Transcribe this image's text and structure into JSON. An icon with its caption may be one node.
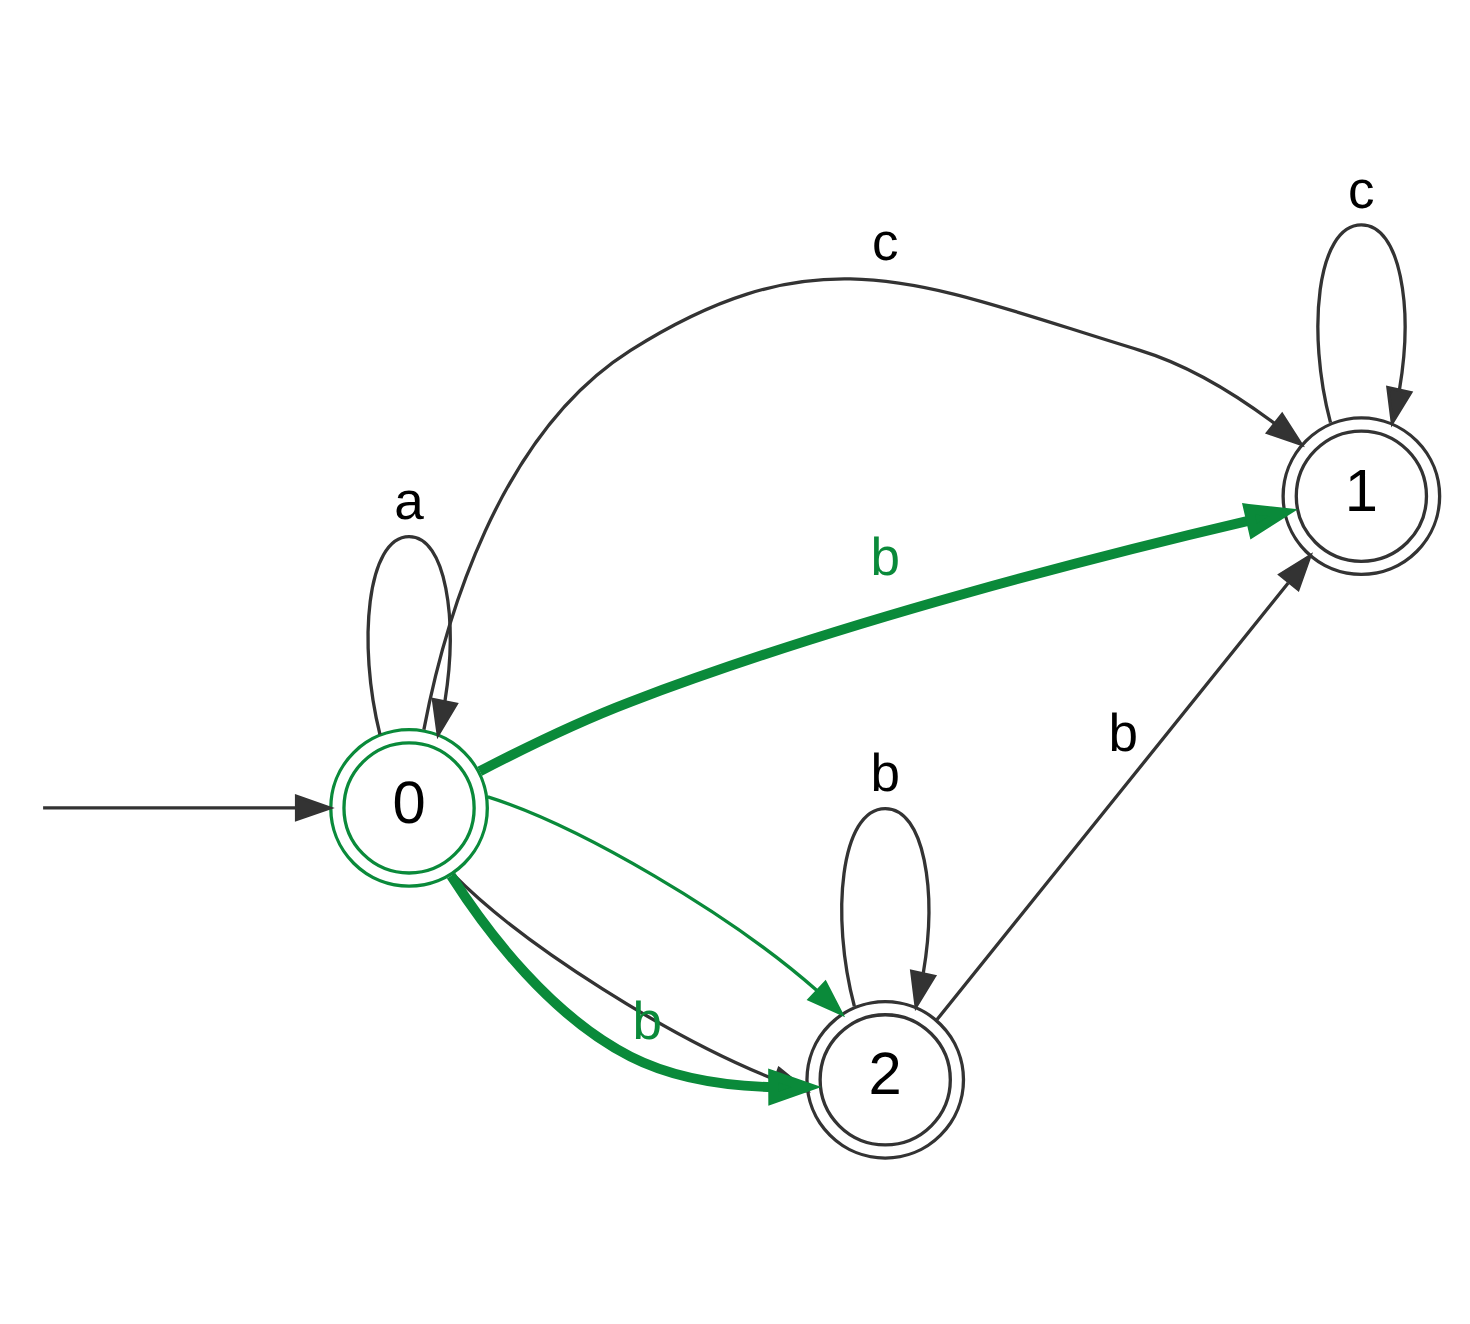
{
  "diagram": {
    "nodes": [
      {
        "text": [
          "0"
        ]
      },
      {
        "text": [
          "1"
        ]
      },
      {
        "text": [
          "2"
        ]
      }
    ],
    "edges": [
      {
        "from": null,
        "to": 0,
        "arrow": "to"
      },
      {
        "from": 0,
        "to": 0,
        "arrow": "to",
        "label": "a"
      },
      {
        "from": 0,
        "to": 1,
        "arrow": "to",
        "label": "c"
      },
      {
        "from": 1,
        "to": 1,
        "arrow": "to",
        "label": "c"
      },
      {
        "from": 0,
        "to": 2,
        "arrow": "to"
      },
      {
        "from": 0,
        "to": 2,
        "arrow": "to",
        "color": "#0a8a3a"
      },
      {
        "from": 2,
        "to": 2,
        "arrow": "to",
        "label": "b"
      },
      {
        "from": 2,
        "to": 1,
        "arrow": "to",
        "label": "b"
      },
      {
        "from": 0,
        "to": 2,
        "arrow": "to",
        "label": "b",
        "style": "thick",
        "color": "#0a8a3a"
      },
      {
        "from": 0,
        "to": 1,
        "arrow": "to",
        "label": "b",
        "style": "thick",
        "color": "#0a8a3a"
      }
    ]
  }
}
